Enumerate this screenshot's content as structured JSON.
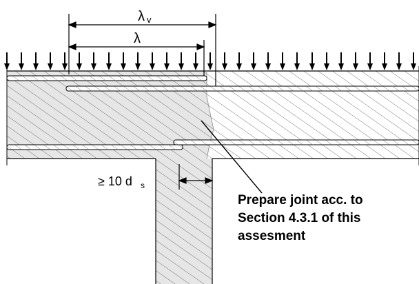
{
  "labels": {
    "lambda_v": "λ",
    "lambda_v_sub": "v",
    "lambda": "λ",
    "min_anchorage": "≥ 10 d",
    "min_anchorage_sub": "s"
  },
  "callout": {
    "line1": "Prepare joint acc. to",
    "line2": "Section 4.3.1 of this",
    "line3": "assesment"
  },
  "colors": {
    "stroke": "#000000",
    "old_concrete_fill": "#e6e6e6",
    "new_concrete_fill": "#ffffff",
    "rebar_fill": "#ffffff"
  },
  "icons": {
    "load_arrow": "down-arrow-icon",
    "dimension_arrow": "double-arrow-icon"
  }
}
